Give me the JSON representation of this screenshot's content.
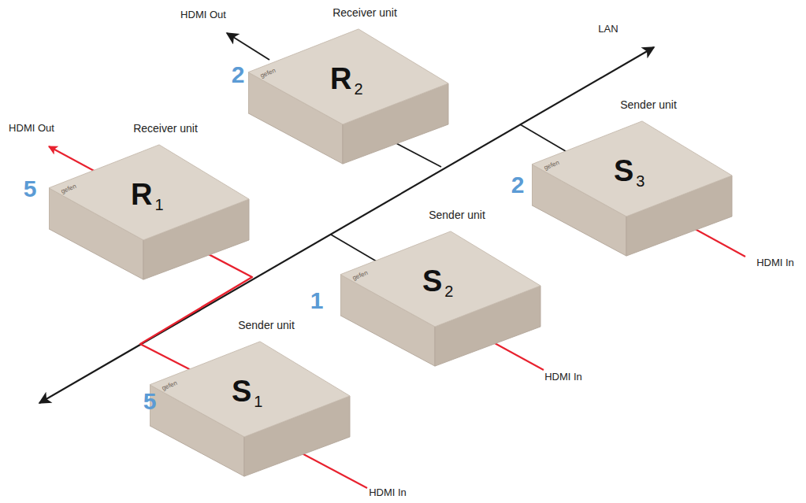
{
  "diagram": {
    "nodes": [
      {
        "text": [
          "Receiver unit",
          "gefen",
          "R",
          "2"
        ]
      },
      {
        "text": [
          "Receiver unit",
          "gefen",
          "R",
          "1"
        ]
      },
      {
        "text": [
          "Sender unit",
          "gefen",
          "S",
          "3"
        ]
      },
      {
        "text": [
          "Sender unit",
          "gefen",
          "S",
          "2"
        ]
      },
      {
        "text": [
          "Sender unit",
          "gefen",
          "S",
          "1"
        ]
      }
    ],
    "edges": [
      {
        "from": 4,
        "to": 1,
        "arrow": "none"
      }
    ],
    "labels": [
      "HDMI Out",
      "2",
      "LAN",
      "HDMI Out",
      "5",
      "2",
      "HDMI In",
      "1",
      "HDMI In",
      "5",
      "HDMI In"
    ]
  }
}
